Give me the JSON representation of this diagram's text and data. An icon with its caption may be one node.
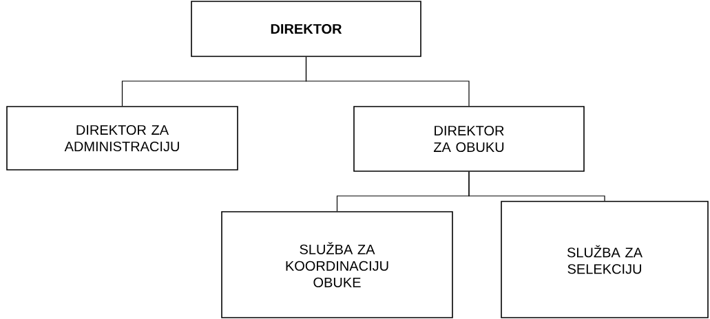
{
  "diagram": {
    "nodes": [
      {
        "text": [
          "DIREKTOR"
        ]
      },
      {
        "text": [
          "DIREKTOR ZA ADMINISTRACIJU"
        ]
      },
      {
        "text": [
          "DIREKTOR ZA OBUKU"
        ]
      },
      {
        "text": [
          "SLUŽBA ZA KOORDINACIJU OBUKE"
        ]
      },
      {
        "text": [
          "SLUŽBA ZA SELEKCIJU"
        ]
      }
    ],
    "edges": [
      {
        "from": 0,
        "to": 1,
        "arrow": "none"
      },
      {
        "from": 0,
        "to": 2,
        "arrow": "none"
      },
      {
        "from": 2,
        "to": 3,
        "arrow": "none"
      },
      {
        "from": 2,
        "to": 4,
        "arrow": "none"
      }
    ]
  }
}
